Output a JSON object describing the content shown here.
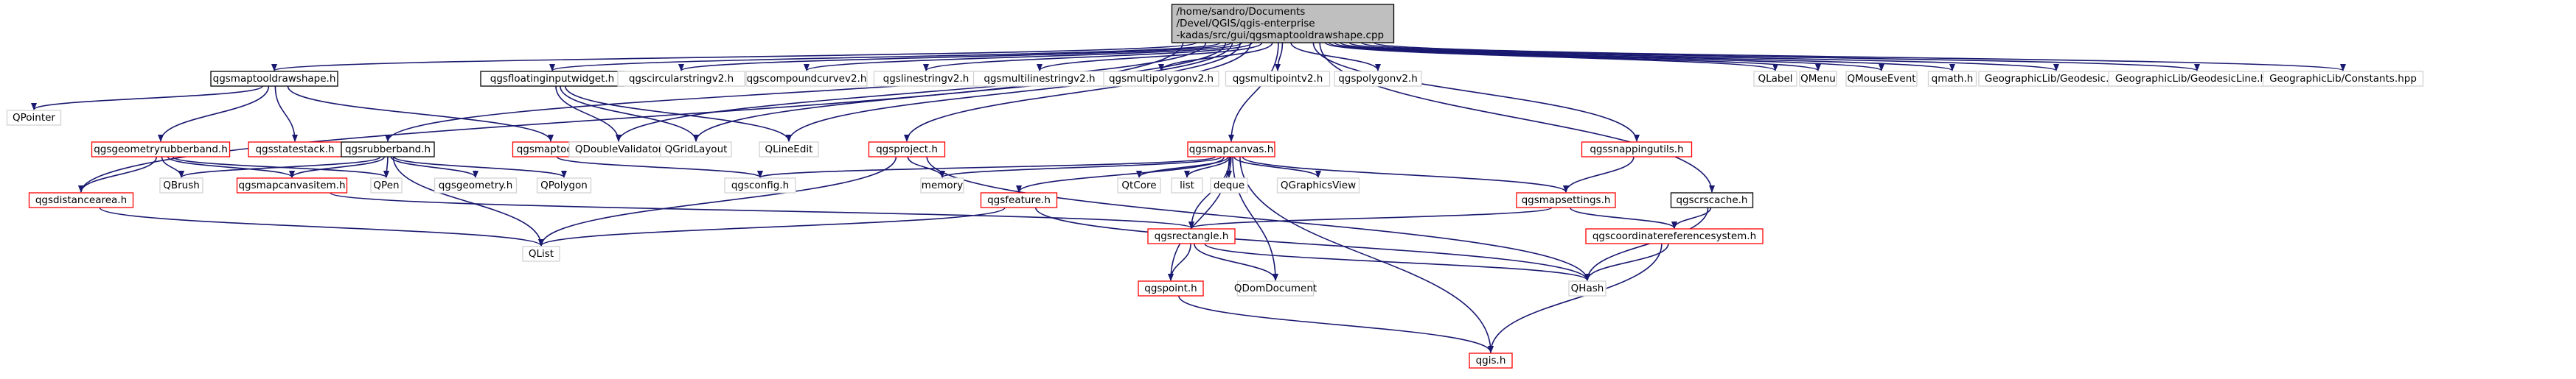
{
  "nodes": [
    {
      "id": "root",
      "kind": "root",
      "lines": [
        "/home/sandro/Documents",
        "/Devel/QGIS/qgis-enterprise",
        "-kadas/src/gui/qgsmaptooldrawshape.cpp"
      ]
    },
    {
      "id": "qgsmaptooldrawshape_h",
      "kind": "black",
      "lines": [
        "qgsmaptooldrawshape.h"
      ]
    },
    {
      "id": "qgsfloatinginputwidget_h",
      "kind": "black",
      "lines": [
        "qgsfloatinginputwidget.h"
      ]
    },
    {
      "id": "qgscircularstringv2_h",
      "kind": "plain",
      "lines": [
        "qgscircularstringv2.h"
      ]
    },
    {
      "id": "qgscompoundcurvev2_h",
      "kind": "plain",
      "lines": [
        "qgscompoundcurvev2.h"
      ]
    },
    {
      "id": "qgslinestringv2_h",
      "kind": "plain",
      "lines": [
        "qgslinestringv2.h"
      ]
    },
    {
      "id": "qgsmultilinestringv2_h",
      "kind": "plain",
      "lines": [
        "qgsmultilinestringv2.h"
      ]
    },
    {
      "id": "qgsmultipolygonv2_h",
      "kind": "plain",
      "lines": [
        "qgsmultipolygonv2.h"
      ]
    },
    {
      "id": "qgsmultipointv2_h",
      "kind": "plain",
      "lines": [
        "qgsmultipointv2.h"
      ]
    },
    {
      "id": "qgspolygonv2_h",
      "kind": "plain",
      "lines": [
        "qgspolygonv2.h"
      ]
    },
    {
      "id": "QLabel",
      "kind": "plain",
      "lines": [
        "QLabel"
      ]
    },
    {
      "id": "QMenu",
      "kind": "plain",
      "lines": [
        "QMenu"
      ]
    },
    {
      "id": "QMouseEvent",
      "kind": "plain",
      "lines": [
        "QMouseEvent"
      ]
    },
    {
      "id": "qmath_h",
      "kind": "plain",
      "lines": [
        "qmath.h"
      ]
    },
    {
      "id": "Geodesic_hpp",
      "kind": "plain",
      "lines": [
        "GeographicLib/Geodesic.hpp"
      ]
    },
    {
      "id": "GeodesicLine_hpp",
      "kind": "plain",
      "lines": [
        "GeographicLib/GeodesicLine.hpp"
      ]
    },
    {
      "id": "Constants_hpp",
      "kind": "plain",
      "lines": [
        "GeographicLib/Constants.hpp"
      ]
    },
    {
      "id": "QPointer",
      "kind": "plain",
      "lines": [
        "QPointer"
      ]
    },
    {
      "id": "qgsgeometryrubberband_h",
      "kind": "red",
      "lines": [
        "qgsgeometryrubberband.h"
      ]
    },
    {
      "id": "qgsstatestack_h",
      "kind": "red",
      "lines": [
        "qgsstatestack.h"
      ]
    },
    {
      "id": "qgsrubberband_h",
      "kind": "black",
      "lines": [
        "qgsrubberband.h"
      ]
    },
    {
      "id": "qgsmaptool_h",
      "kind": "red",
      "lines": [
        "qgsmaptool.h"
      ]
    },
    {
      "id": "QDoubleValidator",
      "kind": "plain",
      "lines": [
        "QDoubleValidator"
      ]
    },
    {
      "id": "QGridLayout",
      "kind": "plain",
      "lines": [
        "QGridLayout"
      ]
    },
    {
      "id": "QLineEdit",
      "kind": "plain",
      "lines": [
        "QLineEdit"
      ]
    },
    {
      "id": "qgsproject_h",
      "kind": "red",
      "lines": [
        "qgsproject.h"
      ]
    },
    {
      "id": "qgsmapcanvas_h",
      "kind": "red",
      "lines": [
        "qgsmapcanvas.h"
      ]
    },
    {
      "id": "qgssnappingutils_h",
      "kind": "red",
      "lines": [
        "qgssnappingutils.h"
      ]
    },
    {
      "id": "qgscrscache_h",
      "kind": "black",
      "lines": [
        "qgscrscache.h"
      ]
    },
    {
      "id": "qgsdistancearea_h",
      "kind": "red",
      "lines": [
        "qgsdistancearea.h"
      ]
    },
    {
      "id": "QBrush",
      "kind": "plain",
      "lines": [
        "QBrush"
      ]
    },
    {
      "id": "qgsmapcanvasitem_h",
      "kind": "red",
      "lines": [
        "qgsmapcanvasitem.h"
      ]
    },
    {
      "id": "QPen",
      "kind": "plain",
      "lines": [
        "QPen"
      ]
    },
    {
      "id": "qgsgeometry_h",
      "kind": "plain",
      "lines": [
        "qgsgeometry.h"
      ]
    },
    {
      "id": "QPolygon",
      "kind": "plain",
      "lines": [
        "QPolygon"
      ]
    },
    {
      "id": "qgsconfig_h",
      "kind": "plain",
      "lines": [
        "qgsconfig.h"
      ]
    },
    {
      "id": "memory",
      "kind": "plain",
      "lines": [
        "memory"
      ]
    },
    {
      "id": "qgsfeature_h",
      "kind": "red",
      "lines": [
        "qgsfeature.h"
      ]
    },
    {
      "id": "QtCore",
      "kind": "plain",
      "lines": [
        "QtCore"
      ]
    },
    {
      "id": "list",
      "kind": "plain",
      "lines": [
        "list"
      ]
    },
    {
      "id": "deque",
      "kind": "plain",
      "lines": [
        "deque"
      ]
    },
    {
      "id": "QGraphicsView",
      "kind": "plain",
      "lines": [
        "QGraphicsView"
      ]
    },
    {
      "id": "qgsmapsettings_h",
      "kind": "red",
      "lines": [
        "qgsmapsettings.h"
      ]
    },
    {
      "id": "qgscoordinatereferencesystem_h",
      "kind": "red",
      "lines": [
        "qgscoordinatereferencesystem.h"
      ]
    },
    {
      "id": "QList",
      "kind": "plain",
      "lines": [
        "QList"
      ]
    },
    {
      "id": "qgsrectangle_h",
      "kind": "red",
      "lines": [
        "qgsrectangle.h"
      ]
    },
    {
      "id": "qgspoint_h",
      "kind": "red",
      "lines": [
        "qgspoint.h"
      ]
    },
    {
      "id": "QDomDocument",
      "kind": "plain",
      "lines": [
        "QDomDocument"
      ]
    },
    {
      "id": "QHash",
      "kind": "plain",
      "lines": [
        "QHash"
      ]
    },
    {
      "id": "qgis_h",
      "kind": "red",
      "lines": [
        "qgis.h"
      ]
    }
  ],
  "edges": [
    [
      "root",
      "qgsmaptooldrawshape_h"
    ],
    [
      "root",
      "qgsfloatinginputwidget_h"
    ],
    [
      "root",
      "qgscircularstringv2_h"
    ],
    [
      "root",
      "qgscompoundcurvev2_h"
    ],
    [
      "root",
      "qgslinestringv2_h"
    ],
    [
      "root",
      "qgsmultilinestringv2_h"
    ],
    [
      "root",
      "qgsmultipolygonv2_h"
    ],
    [
      "root",
      "qgsmultipointv2_h"
    ],
    [
      "root",
      "qgspolygonv2_h"
    ],
    [
      "root",
      "QLabel"
    ],
    [
      "root",
      "QMenu"
    ],
    [
      "root",
      "QMouseEvent"
    ],
    [
      "root",
      "qmath_h"
    ],
    [
      "root",
      "Geodesic_hpp"
    ],
    [
      "root",
      "GeodesicLine_hpp"
    ],
    [
      "root",
      "Constants_hpp"
    ],
    [
      "root",
      "qgsrubberband_h"
    ],
    [
      "root",
      "QDoubleValidator"
    ],
    [
      "root",
      "QGridLayout"
    ],
    [
      "root",
      "QLineEdit"
    ],
    [
      "root",
      "qgsproject_h"
    ],
    [
      "root",
      "qgsmapcanvas_h"
    ],
    [
      "root",
      "qgssnappingutils_h"
    ],
    [
      "root",
      "qgscrscache_h"
    ],
    [
      "root",
      "qgsdistancearea_h"
    ],
    [
      "qgsmaptooldrawshape_h",
      "QPointer"
    ],
    [
      "qgsmaptooldrawshape_h",
      "qgsgeometryrubberband_h"
    ],
    [
      "qgsmaptooldrawshape_h",
      "qgsstatestack_h"
    ],
    [
      "qgsmaptooldrawshape_h",
      "qgsmaptool_h"
    ],
    [
      "qgsfloatinginputwidget_h",
      "QDoubleValidator"
    ],
    [
      "qgsfloatinginputwidget_h",
      "QGridLayout"
    ],
    [
      "qgsfloatinginputwidget_h",
      "QLineEdit"
    ],
    [
      "qgsgeometryrubberband_h",
      "qgsdistancearea_h"
    ],
    [
      "qgsgeometryrubberband_h",
      "QBrush"
    ],
    [
      "qgsgeometryrubberband_h",
      "qgsmapcanvasitem_h"
    ],
    [
      "qgsgeometryrubberband_h",
      "QPen"
    ],
    [
      "qgsrubberband_h",
      "QBrush"
    ],
    [
      "qgsrubberband_h",
      "qgsmapcanvasitem_h"
    ],
    [
      "qgsrubberband_h",
      "QPen"
    ],
    [
      "qgsrubberband_h",
      "qgsgeometry_h"
    ],
    [
      "qgsrubberband_h",
      "QPolygon"
    ],
    [
      "qgsrubberband_h",
      "QList"
    ],
    [
      "qgsmaptool_h",
      "qgsconfig_h"
    ],
    [
      "qgsproject_h",
      "memory"
    ],
    [
      "qgsproject_h",
      "QList"
    ],
    [
      "qgsproject_h",
      "QHash"
    ],
    [
      "qgsmapcanvas_h",
      "qgsconfig_h"
    ],
    [
      "qgsmapcanvas_h",
      "memory"
    ],
    [
      "qgsmapcanvas_h",
      "qgsfeature_h"
    ],
    [
      "qgsmapcanvas_h",
      "QtCore"
    ],
    [
      "qgsmapcanvas_h",
      "list"
    ],
    [
      "qgsmapcanvas_h",
      "deque"
    ],
    [
      "qgsmapcanvas_h",
      "QGraphicsView"
    ],
    [
      "qgsmapcanvas_h",
      "qgsmapsettings_h"
    ],
    [
      "qgsmapcanvas_h",
      "qgsrectangle_h"
    ],
    [
      "qgsmapcanvas_h",
      "qgspoint_h"
    ],
    [
      "qgsmapcanvas_h",
      "QDomDocument"
    ],
    [
      "qgsmapcanvas_h",
      "qgis_h"
    ],
    [
      "qgssnappingutils_h",
      "qgsmapsettings_h"
    ],
    [
      "qgscrscache_h",
      "qgscoordinatereferencesystem_h"
    ],
    [
      "qgscrscache_h",
      "QHash"
    ],
    [
      "qgsdistancearea_h",
      "QList"
    ],
    [
      "qgsmapcanvasitem_h",
      "qgsrectangle_h"
    ],
    [
      "qgsfeature_h",
      "QList"
    ],
    [
      "qgsfeature_h",
      "QHash"
    ],
    [
      "qgsmapsettings_h",
      "qgsrectangle_h"
    ],
    [
      "qgsmapsettings_h",
      "qgscoordinatereferencesystem_h"
    ],
    [
      "qgscoordinatereferencesystem_h",
      "QHash"
    ],
    [
      "qgscoordinatereferencesystem_h",
      "qgis_h"
    ],
    [
      "qgsrectangle_h",
      "qgspoint_h"
    ],
    [
      "qgsrectangle_h",
      "QDomDocument"
    ],
    [
      "qgsrectangle_h",
      "QHash"
    ],
    [
      "qgspoint_h",
      "qgis_h"
    ]
  ],
  "colors": {
    "edge": "#191970",
    "root_fill": "#bfbfbf",
    "root_border": "#000000",
    "black_border": "#000000",
    "red_border": "#ff0000",
    "plain_border": "#d3d3d3",
    "fill": "#ffffff"
  }
}
